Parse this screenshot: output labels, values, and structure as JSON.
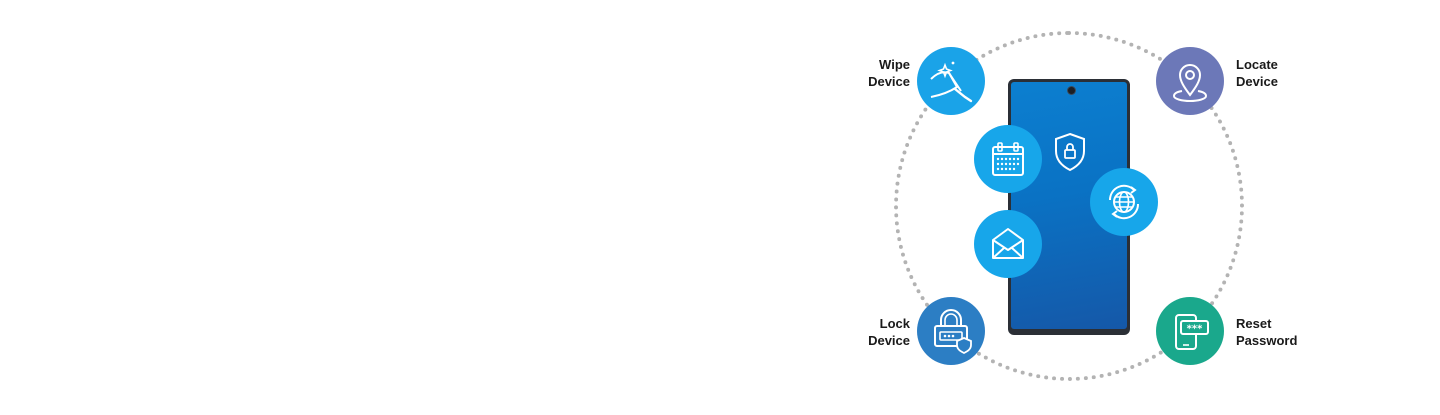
{
  "diagram": {
    "center_device": {
      "icon": "shield-lock-icon"
    },
    "features": [
      {
        "id": "wipe",
        "line1": "Wipe",
        "line2": "Device",
        "icon": "wipe-squeegee-icon",
        "color": "#1aa3e8"
      },
      {
        "id": "locate",
        "line1": "Locate",
        "line2": "Device",
        "icon": "location-pin-icon",
        "color": "#6c78b8"
      },
      {
        "id": "lock",
        "line1": "Lock",
        "line2": "Device",
        "icon": "padlock-icon",
        "color": "#2c7ec4"
      },
      {
        "id": "reset",
        "line1": "Reset",
        "line2": "Password",
        "icon": "phone-password-icon",
        "color": "#1aa88c"
      }
    ],
    "inner_icons": [
      "calendar-icon",
      "mail-icon",
      "globe-sync-icon"
    ],
    "ring": {
      "style": "dotted",
      "color": "#b3b3b3"
    },
    "screen_color": "#0a72c4"
  }
}
